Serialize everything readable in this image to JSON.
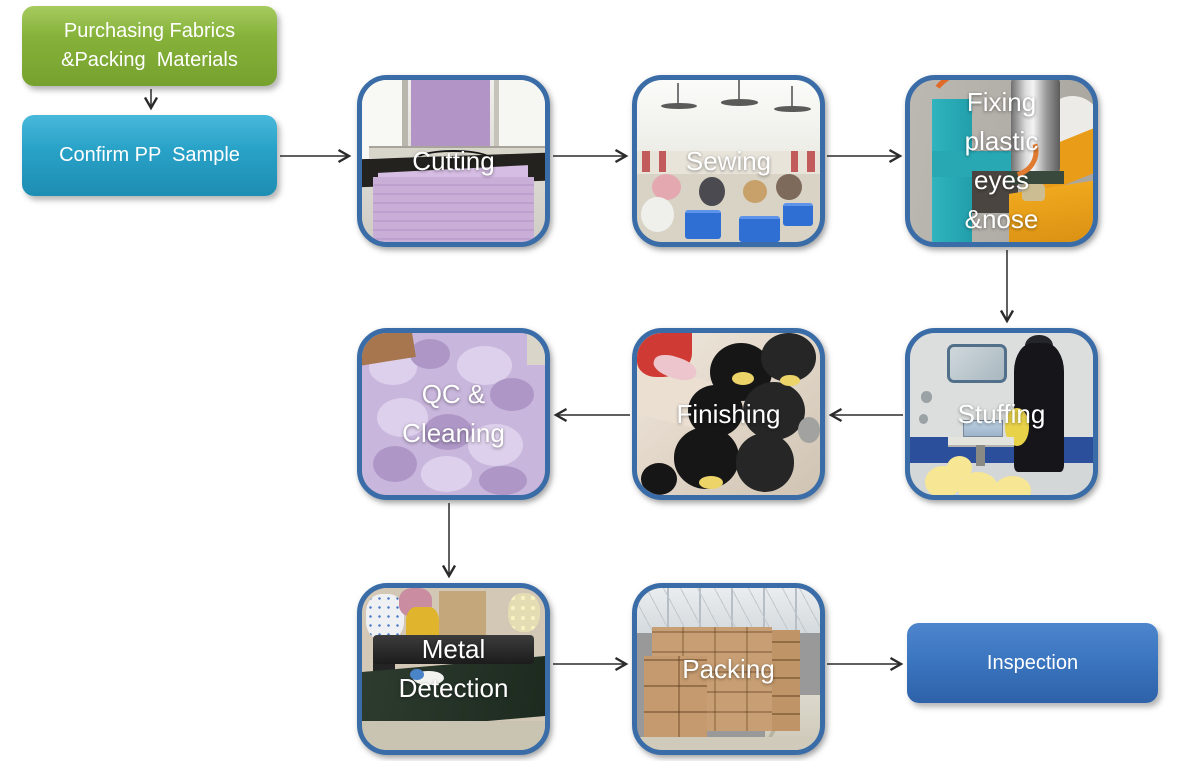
{
  "colors": {
    "green_top": "#a6cb5f",
    "green_mid": "#86b23a",
    "green_bot": "#76a12e",
    "cyan_top": "#49b9da",
    "cyan_mid": "#29a2c8",
    "cyan_bot": "#1e8db2",
    "blue_top": "#4e86cd",
    "blue_mid": "#3b76c0",
    "blue_bot": "#2e62a9",
    "tile_border": "#3a6da8",
    "arrow": "#2b2b2b"
  },
  "process": {
    "purchasing": "Purchasing Fabrics\n&Packing  Materials",
    "confirm": "Confirm PP  Sample",
    "cutting": "Cutting",
    "sewing": "Sewing",
    "fixing": "Fixing\nplastic\neyes\n&nose",
    "stuffing": "Stuffing",
    "finishing": "Finishing",
    "qc": "QC &\nCleaning",
    "metal": "Metal\nDetection",
    "packing": "Packing",
    "inspection": "Inspection"
  }
}
